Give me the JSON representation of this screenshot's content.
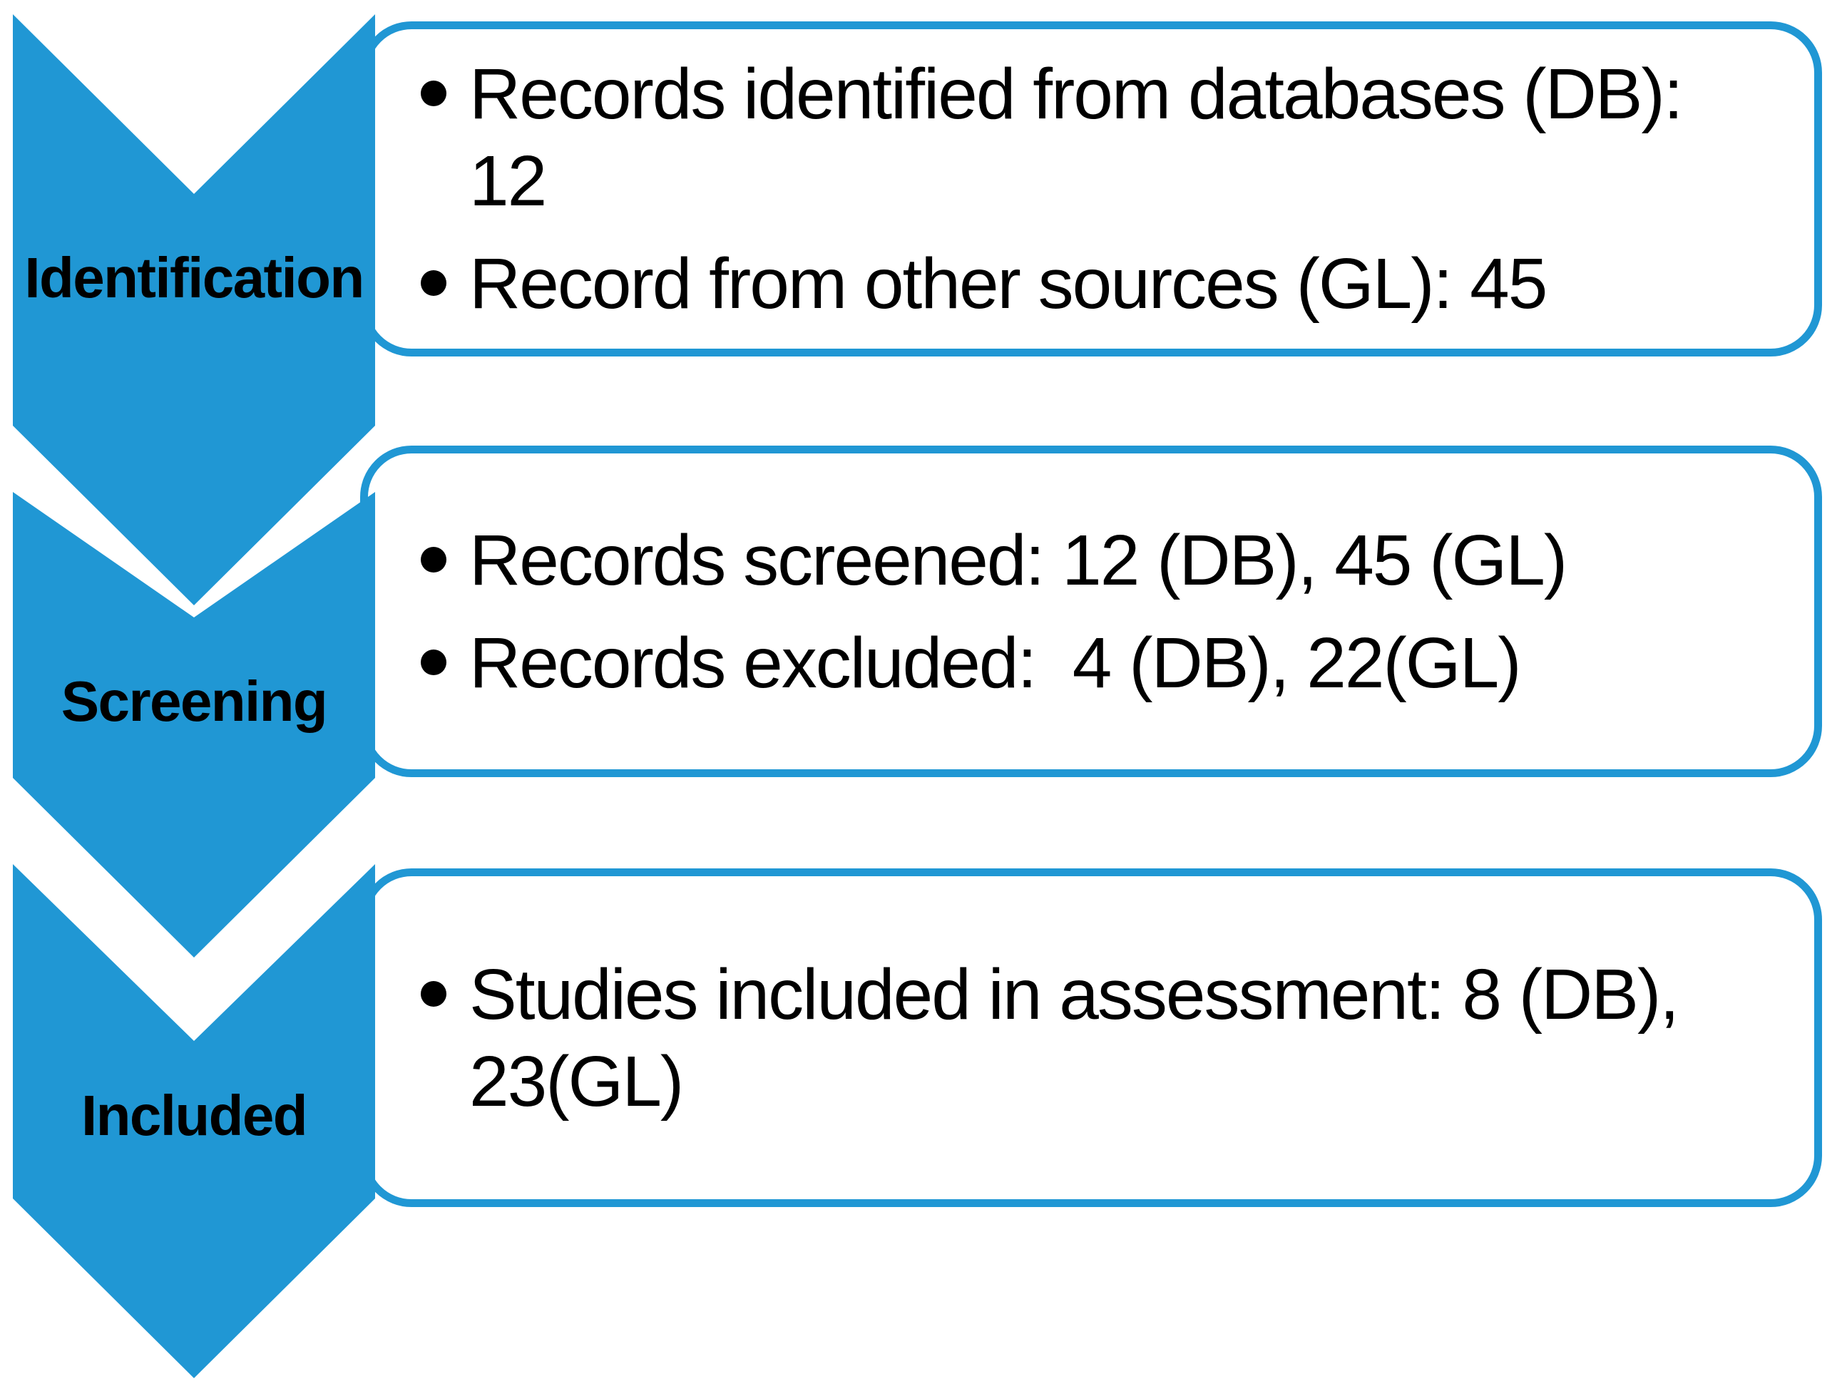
{
  "diagram": {
    "accent_color": "#2097D4",
    "text_color": "#000000",
    "stages": [
      {
        "label": "Identification",
        "bullets": [
          {
            "lines": [
              "Records identified from databases (DB):",
              "12"
            ]
          },
          {
            "lines": [
              "Record from other sources (GL): 45"
            ]
          }
        ]
      },
      {
        "label": "Screening",
        "bullets": [
          {
            "lines": [
              "Records screened: 12 (DB), 45 (GL)"
            ]
          },
          {
            "lines": [
              "Records excluded:  4 (DB), 22(GL)"
            ]
          }
        ]
      },
      {
        "label": "Included",
        "bullets": [
          {
            "lines": [
              "Studies included in assessment: 8 (DB),",
              "23(GL)"
            ]
          }
        ]
      }
    ]
  }
}
